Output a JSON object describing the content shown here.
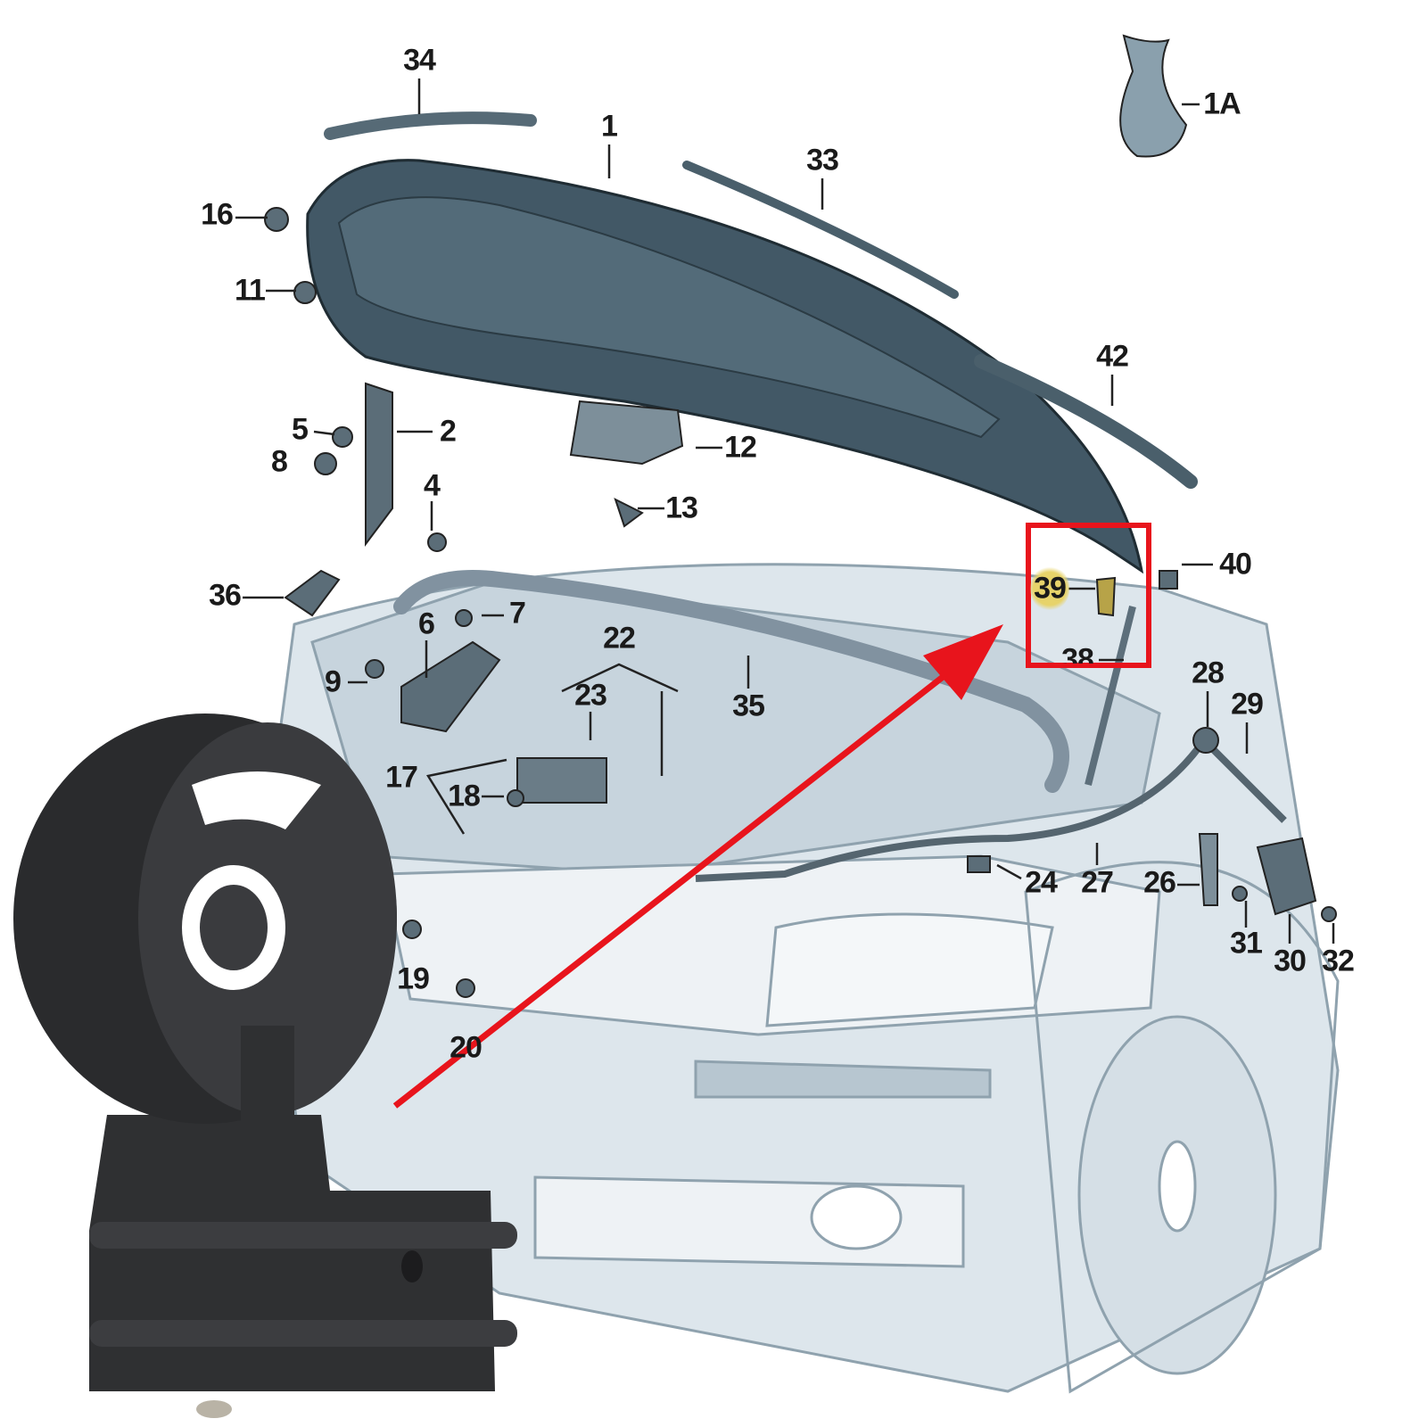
{
  "diagram": {
    "title_hidden": false,
    "callouts": [
      "34",
      "1",
      "33",
      "1A",
      "16",
      "11",
      "42",
      "5",
      "2",
      "8",
      "12",
      "4",
      "13",
      "40",
      "39",
      "36",
      "6",
      "7",
      "38",
      "22",
      "9",
      "23",
      "35",
      "28",
      "29",
      "17",
      "18",
      "24",
      "27",
      "26",
      "19",
      "31",
      "30",
      "32",
      "20"
    ],
    "highlighted_part": "39",
    "colors": {
      "highlight_box": "#e8141c",
      "arrow": "#e8141c",
      "hood": "#3f5562",
      "body_fill": "#dbe4ea",
      "body_panel": "#c6d3dc",
      "part_photo": "#2b2b2d",
      "highlight_dot": "#e7d36a"
    }
  }
}
